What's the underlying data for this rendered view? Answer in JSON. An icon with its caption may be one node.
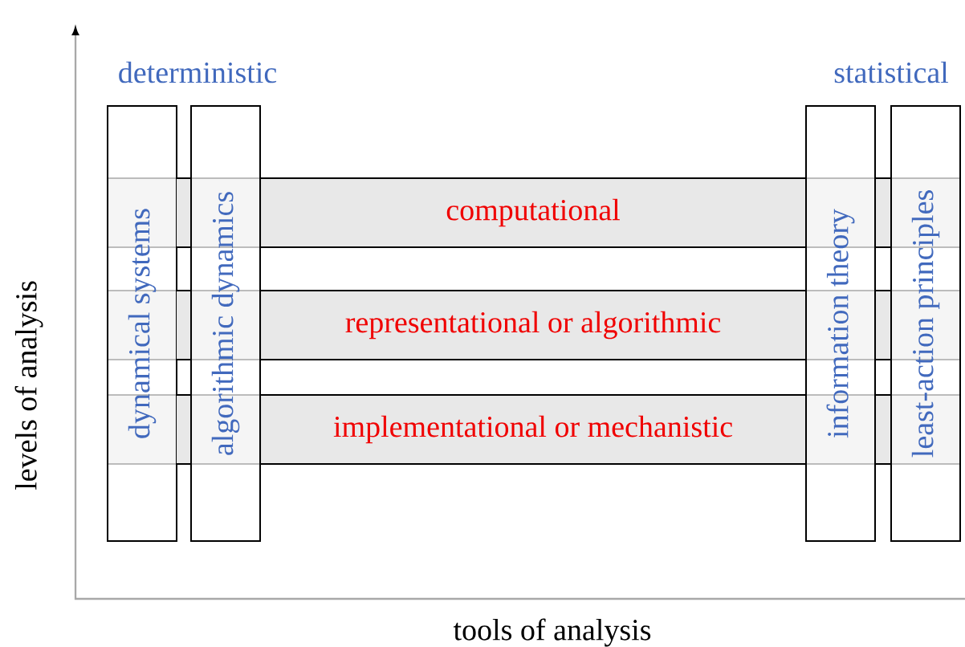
{
  "diagram": {
    "nodes": [
      {
        "text": [
          "dynamical systems"
        ]
      },
      {
        "text": [
          "algorithmic dynamics"
        ]
      },
      {
        "text": [
          "information theory"
        ]
      },
      {
        "text": [
          "least-action principles"
        ]
      },
      {
        "text": [
          "computational"
        ]
      },
      {
        "text": [
          "representational or algorithmic"
        ]
      },
      {
        "text": [
          "implementational or mechanistic"
        ]
      }
    ],
    "labels": [
      "deterministic",
      "statistical",
      "levels of analysis",
      "tools of analysis"
    ]
  }
}
